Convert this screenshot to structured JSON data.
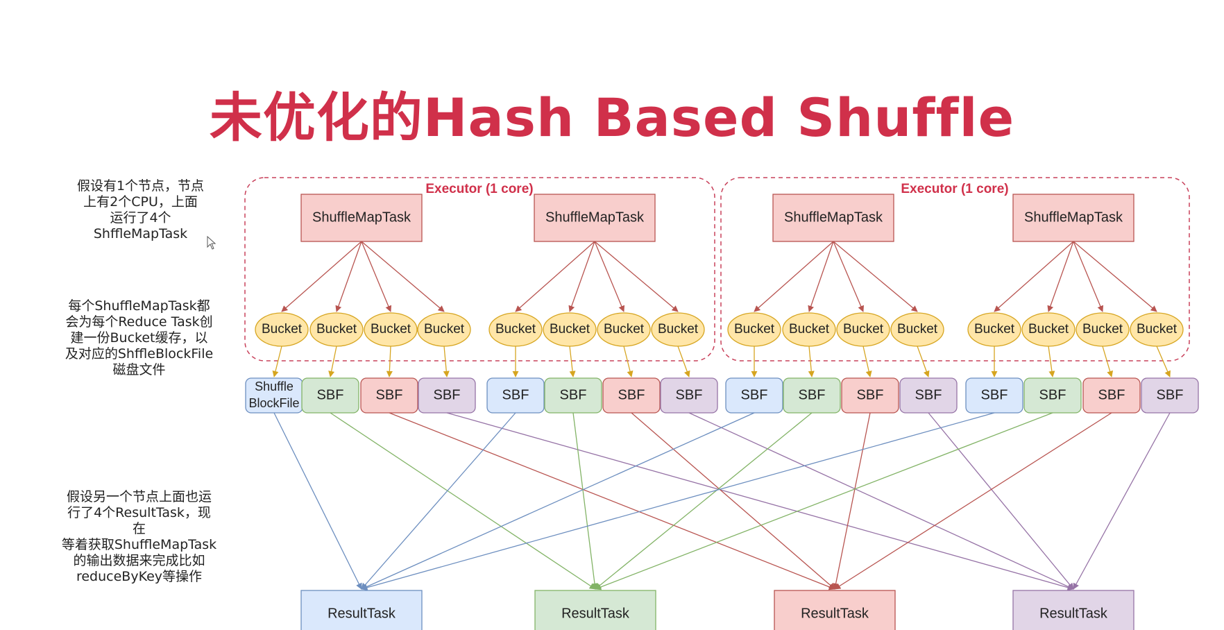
{
  "title": "未优化的Hash Based Shuffle",
  "colors": {
    "title": "#d0304a",
    "executor_border": "#c8405a",
    "map_task_fill": "#f8cecc",
    "map_task_stroke": "#b85450",
    "bucket_fill": "#ffe6a8",
    "bucket_stroke": "#d6a520",
    "bucket_arrow": "#d6a520",
    "map_arrow": "#b85450",
    "blue_fill": "#dae8fc",
    "blue_stroke": "#6c8ebf",
    "green_fill": "#d5e8d4",
    "green_stroke": "#82b366",
    "red_fill": "#f8cecc",
    "red_stroke": "#b85450",
    "purple_fill": "#e1d5e7",
    "purple_stroke": "#9673a6"
  },
  "notes": {
    "node_cpu": [
      "假设有1个节点，节点",
      "上有2个CPU，上面",
      "运行了4个",
      "ShffleMapTask"
    ],
    "bucket_cache": [
      "每个ShuffleMapTask都",
      "会为每个Reduce Task创",
      "建一份Bucket缓存，以",
      "及对应的ShffleBlockFile",
      "磁盘文件"
    ],
    "result_side": [
      "假设另一个节点上面也运",
      "行了4个ResultTask，现在",
      "等着获取ShuffleMapTask",
      "的输出数据来完成比如",
      "reduceByKey等操作"
    ]
  },
  "executors": [
    {
      "label": "Executor (1 core)"
    },
    {
      "label": "Executor (1 core)"
    }
  ],
  "map_tasks": [
    {
      "label": "ShuffleMapTask"
    },
    {
      "label": "ShuffleMapTask"
    },
    {
      "label": "ShuffleMapTask"
    },
    {
      "label": "ShuffleMapTask"
    }
  ],
  "bucket_label": "Bucket",
  "sbf_label": "SBF",
  "first_sbf_label": [
    "Shuffle",
    "BlockFile"
  ],
  "sbf_colors": [
    "blue",
    "green",
    "red",
    "purple"
  ],
  "result_tasks": [
    {
      "label": "ResultTask",
      "color": "blue"
    },
    {
      "label": "ResultTask",
      "color": "green"
    },
    {
      "label": "ResultTask",
      "color": "red"
    },
    {
      "label": "ResultTask",
      "color": "purple"
    }
  ]
}
